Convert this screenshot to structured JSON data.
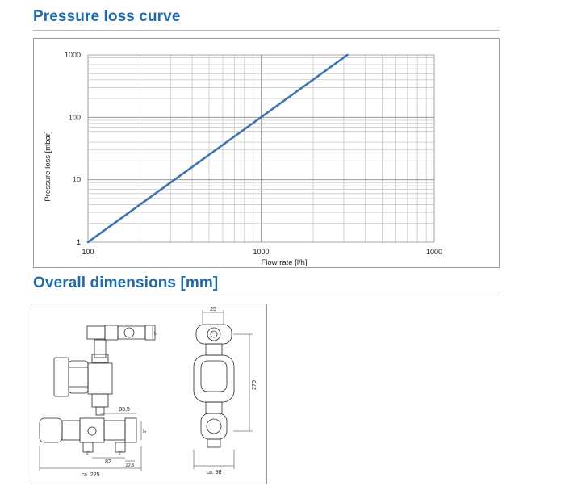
{
  "sections": {
    "pressure_title": "Pressure loss curve",
    "dimensions_title": "Overall dimensions [mm]"
  },
  "chart_data": {
    "type": "line",
    "title": "Pressure loss curve",
    "xlabel": "Flow rate [l/h]",
    "ylabel": "Pressure loss [mbar]",
    "x_scale": "log",
    "y_scale": "log",
    "xlim": [
      100,
      10000
    ],
    "ylim": [
      1,
      1000
    ],
    "x_tick_labels": [
      "100",
      "1000",
      "1000"
    ],
    "y_tick_labels": [
      "1",
      "10",
      "100",
      "1000"
    ],
    "grid": true,
    "series": [
      {
        "x": [
          100,
          3150
        ],
        "y": [
          1,
          1000
        ],
        "color": "#3f73ad"
      }
    ]
  },
  "dimensions": {
    "top_width": "25",
    "height": "270",
    "offset": "65,5",
    "lower_height": "82",
    "total_length": "ca. 225",
    "total_width": "ca. 98",
    "fitting_label": "1\"",
    "fitting_label_2": "1\"",
    "gap": "22,5",
    "thread_label": "1\"",
    "thread_label_2": "1\""
  }
}
